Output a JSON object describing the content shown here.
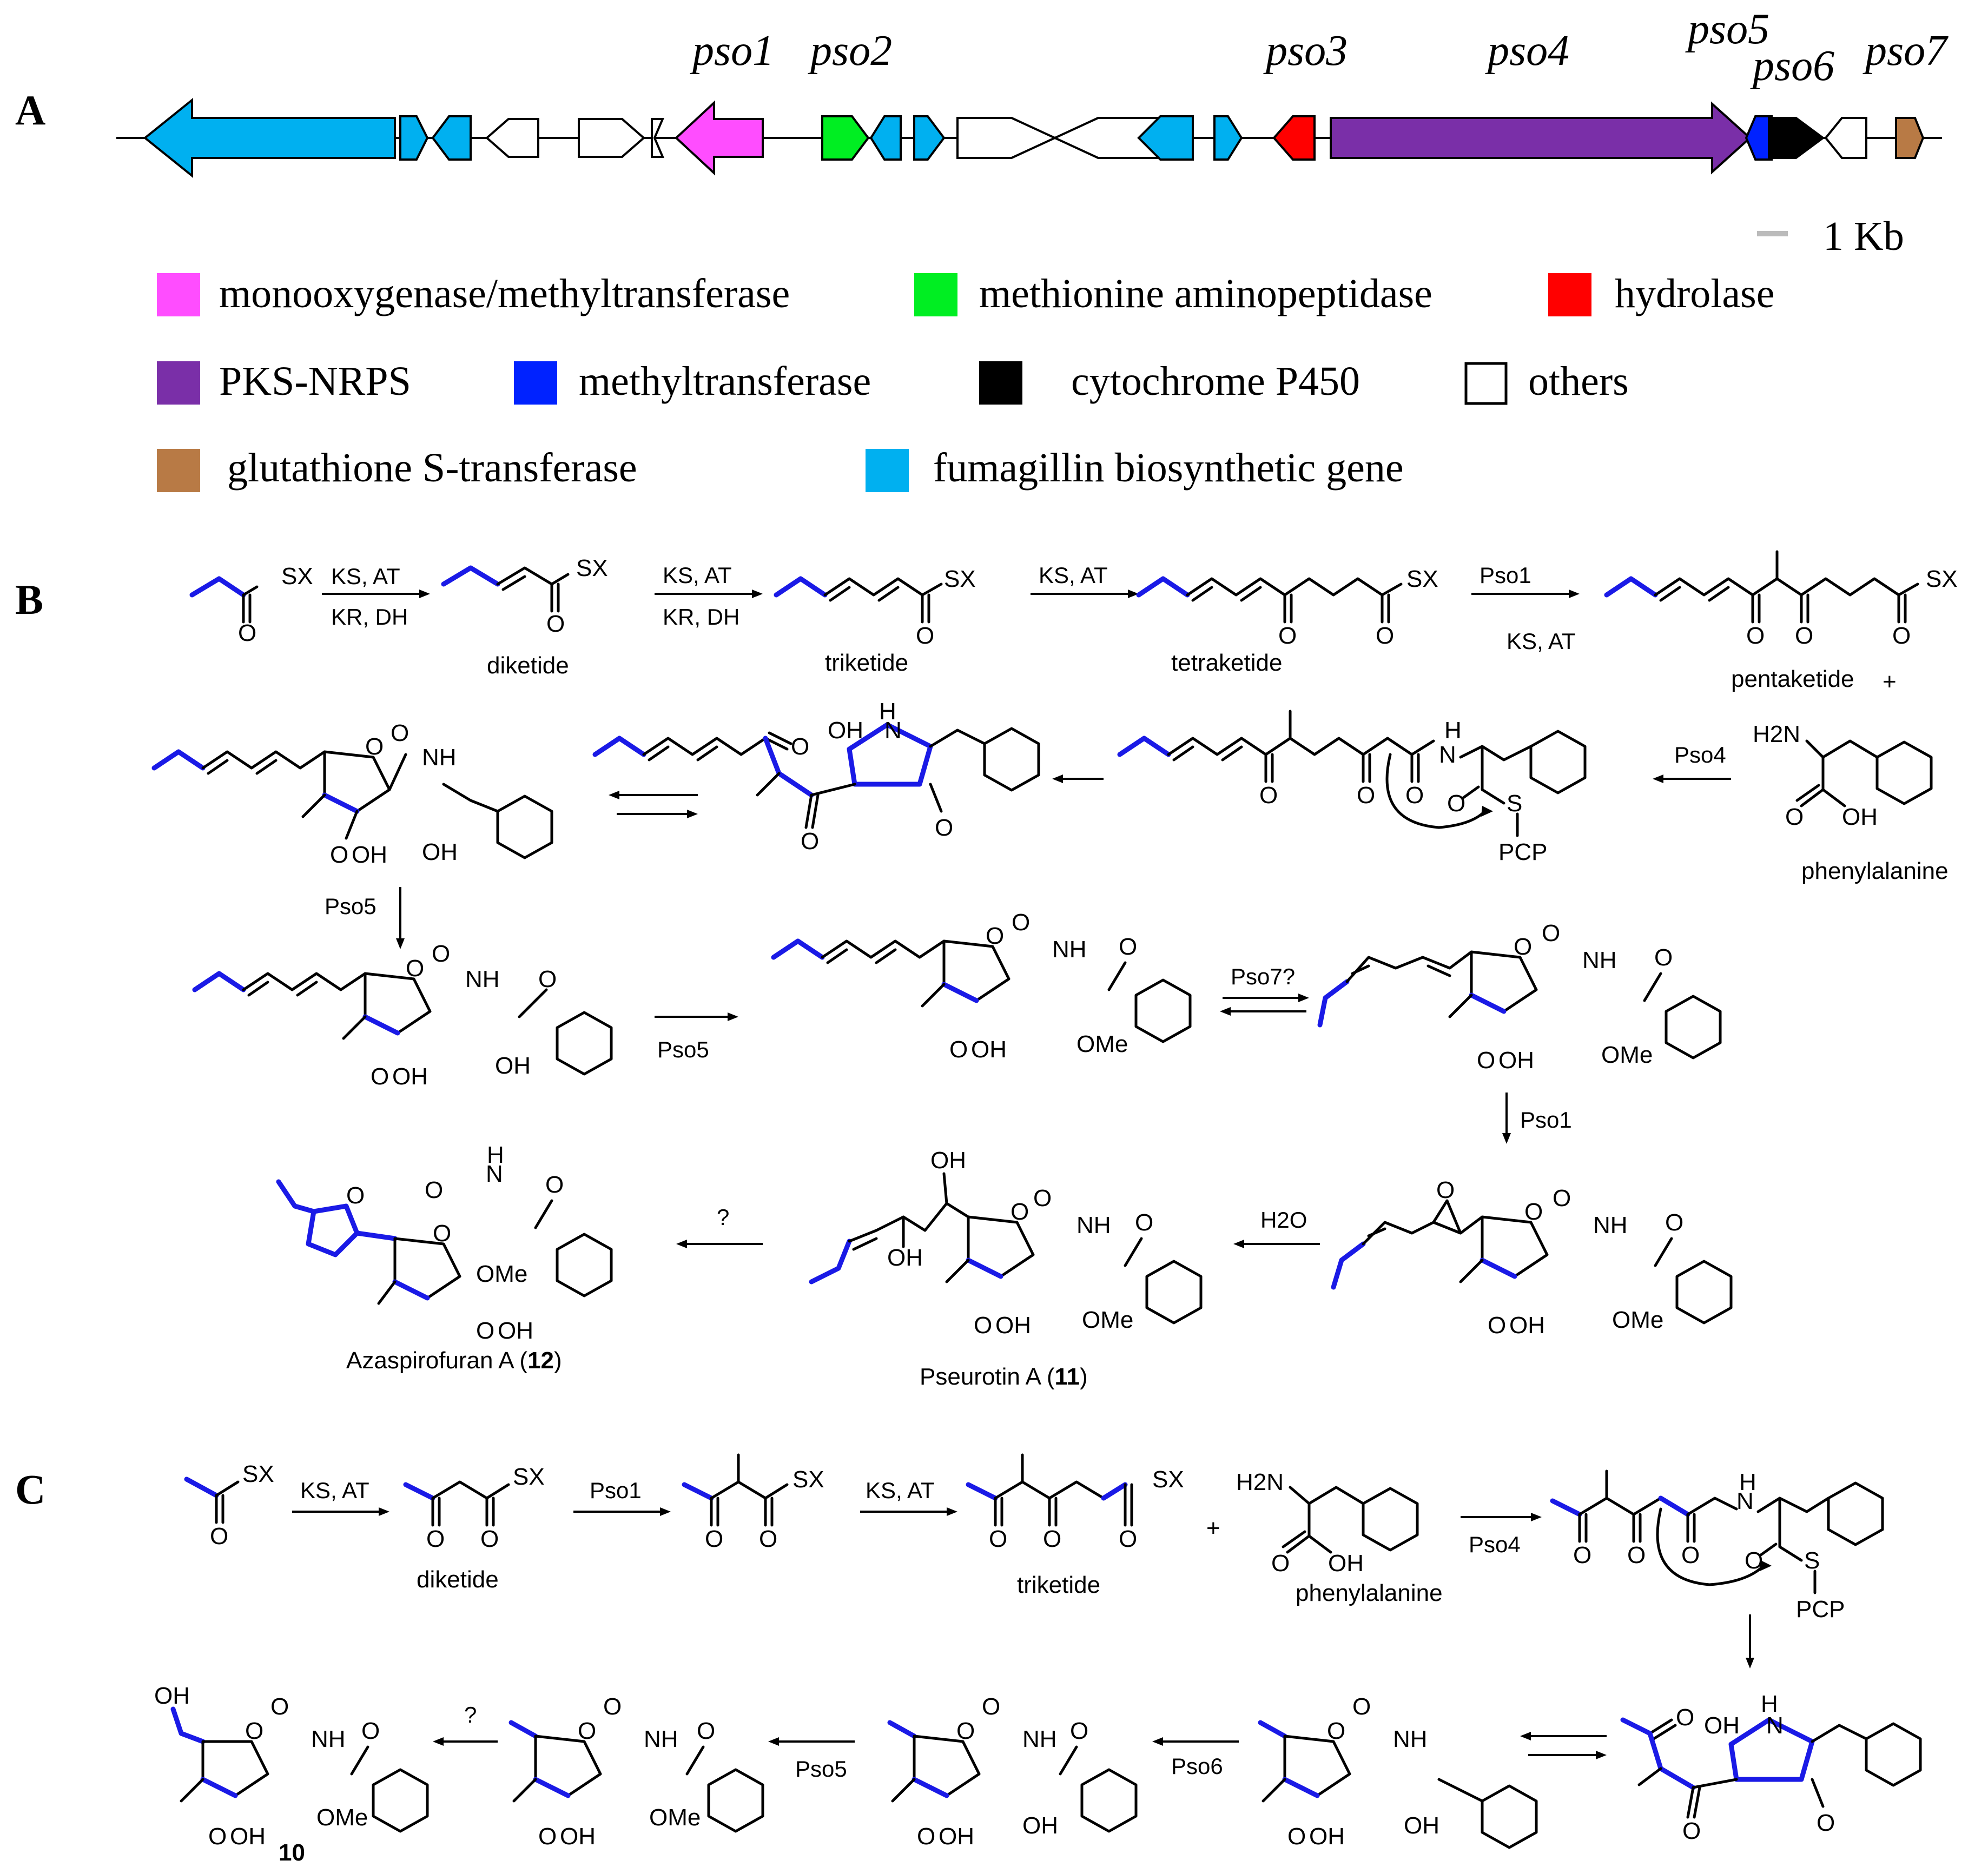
{
  "panels": {
    "a": "A",
    "b": "B",
    "c": "C"
  },
  "genes": {
    "pso1": "pso1",
    "pso2": "pso2",
    "pso3": "pso3",
    "pso4": "pso4",
    "pso5": "pso5",
    "pso6": "pso6",
    "pso7": "pso7"
  },
  "scale": "1 Kb",
  "legend": [
    {
      "label": "monooxygenase/methyltransferase",
      "color": "#ff4dff"
    },
    {
      "label": "methionine aminopeptidase",
      "color": "#00ee22"
    },
    {
      "label": "hydrolase",
      "color": "#ff0000"
    },
    {
      "label": "PKS-NRPS",
      "color": "#7a2fa8"
    },
    {
      "label": "methyltransferase",
      "color": "#0022ff"
    },
    {
      "label": "cytochrome P450",
      "color": "#000000"
    },
    {
      "label": "others",
      "color": "#ffffff"
    },
    {
      "label": "glutathione S-transferase",
      "color": "#b87a45"
    },
    {
      "label": "fumagillin biosynthetic gene",
      "color": "#00b0f0"
    }
  ],
  "colors": {
    "blue_bond": "#1a1ae6",
    "fumagillin": "#00b0f0"
  },
  "b": {
    "step1a": "KS, AT",
    "step1b": "KR, DH",
    "step2a": "KS, AT",
    "step2b": "KR, DH",
    "step3": "KS, AT",
    "step4a": "Pso1",
    "step4b": "KS, AT",
    "diketide": "diketide",
    "triketide": "triketide",
    "tetraketide": "tetraketide",
    "pentaketide": "pentaketide",
    "plus": "+",
    "phenylalanine": "phenylalanine",
    "pso4": "Pso4",
    "pso5a": "Pso5",
    "pso5b": "Pso5",
    "pso7": "Pso7?",
    "pso1": "Pso1",
    "h2o": "H2O",
    "q": "?",
    "sx": "SX",
    "pcp": "PCP",
    "s": "S",
    "pseurotin_name": "Pseurotin A (",
    "pseurotin_num": "11",
    "pseurotin_close": ")",
    "aza_name": "Azaspirofuran A (",
    "aza_num": "12",
    "aza_close": ")"
  },
  "c": {
    "step1": "KS, AT",
    "step2": "Pso1",
    "step3": "KS, AT",
    "diketide": "diketide",
    "triketide": "triketide",
    "phenylalanine": "phenylalanine",
    "plus": "+",
    "pso4": "Pso4",
    "pso6": "Pso6",
    "pso5": "Pso5",
    "q": "?",
    "compound": "10"
  },
  "atoms": {
    "O": "O",
    "OH": "OH",
    "NH": "NH",
    "H": "H",
    "N": "N",
    "OMe": "OMe",
    "H2N": "H2N"
  }
}
